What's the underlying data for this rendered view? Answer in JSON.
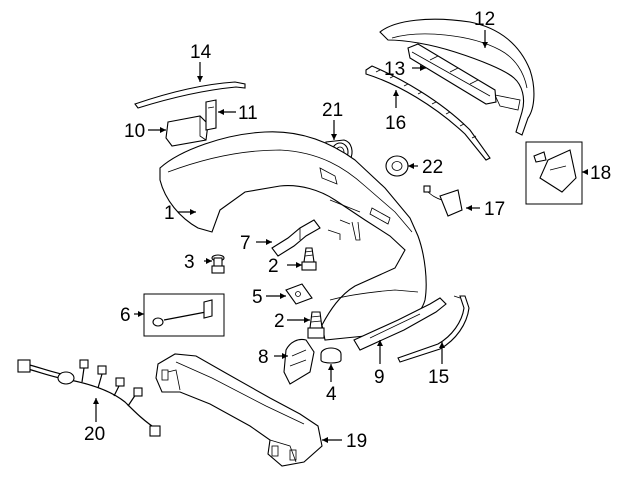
{
  "diagram": {
    "callouts": [
      {
        "id": "c1",
        "text": "1"
      },
      {
        "id": "c2a",
        "text": "2"
      },
      {
        "id": "c2b",
        "text": "2"
      },
      {
        "id": "c3",
        "text": "3"
      },
      {
        "id": "c4",
        "text": "4"
      },
      {
        "id": "c5",
        "text": "5"
      },
      {
        "id": "c6",
        "text": "6"
      },
      {
        "id": "c7",
        "text": "7"
      },
      {
        "id": "c8",
        "text": "8"
      },
      {
        "id": "c9",
        "text": "9"
      },
      {
        "id": "c10",
        "text": "10"
      },
      {
        "id": "c11",
        "text": "11"
      },
      {
        "id": "c12",
        "text": "12"
      },
      {
        "id": "c13",
        "text": "13"
      },
      {
        "id": "c14",
        "text": "14"
      },
      {
        "id": "c15",
        "text": "15"
      },
      {
        "id": "c16",
        "text": "16"
      },
      {
        "id": "c17",
        "text": "17"
      },
      {
        "id": "c18",
        "text": "18"
      },
      {
        "id": "c19",
        "text": "19"
      },
      {
        "id": "c20",
        "text": "20"
      },
      {
        "id": "c21",
        "text": "21"
      },
      {
        "id": "c22",
        "text": "22"
      }
    ]
  }
}
